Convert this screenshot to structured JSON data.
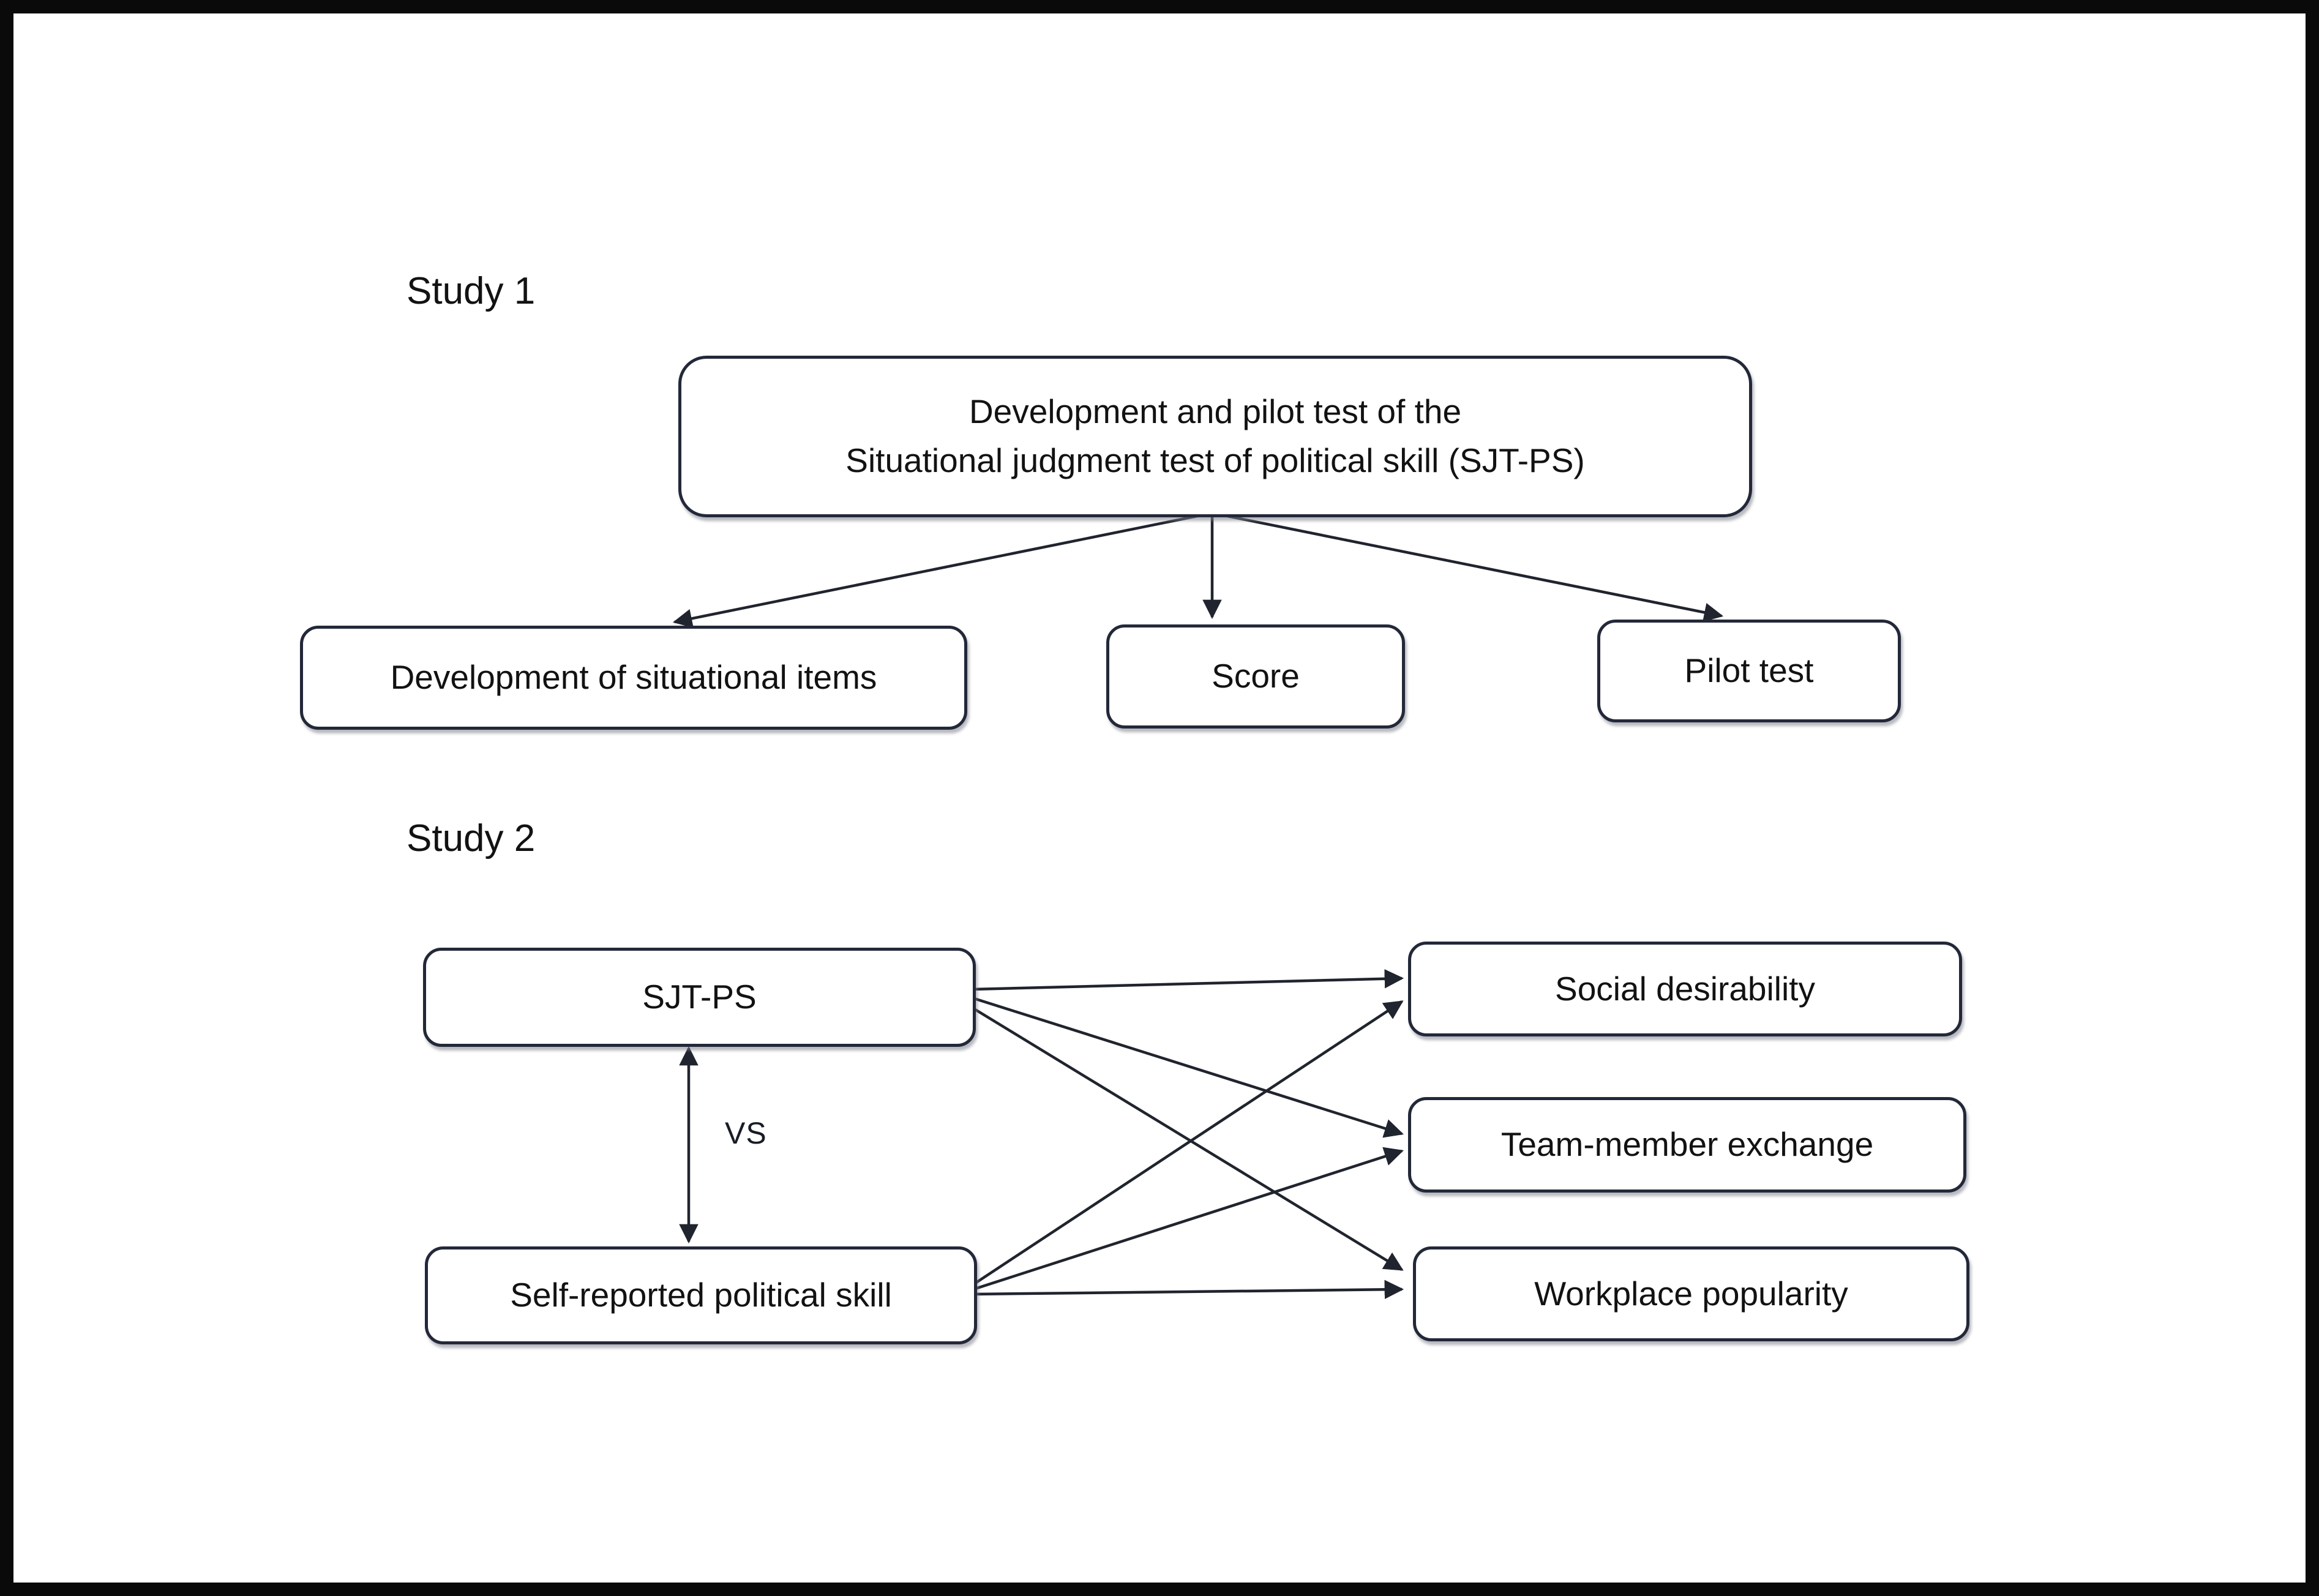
{
  "figure": {
    "type": "flow-diagram",
    "background": "#ffffff",
    "frame_color": "#0a0a0a",
    "box_fill": "#ffffff",
    "box_border_color": "#232839",
    "arrow_color": "#20242e",
    "text_color": "#121212"
  },
  "study1": {
    "label": "Study 1",
    "main_box": "Development and pilot test of the\nSituational judgment test of political skill (SJT-PS)",
    "items_box": "Development of situational items",
    "score_box": "Score",
    "pilot_box": "Pilot test"
  },
  "study2": {
    "label": "Study 2",
    "sjtps_box": "SJT-PS",
    "vs_label": "VS",
    "self_report_box": "Self-reported political skill",
    "social_box": "Social desirability",
    "tme_box": "Team-member exchange",
    "workplace_box": "Workplace popularity"
  },
  "edges": [
    {
      "from": "study1.main_box",
      "to": "study1.items_box",
      "style": "arrow"
    },
    {
      "from": "study1.main_box",
      "to": "study1.score_box",
      "style": "arrow"
    },
    {
      "from": "study1.main_box",
      "to": "study1.pilot_box",
      "style": "arrow"
    },
    {
      "from": "study2.sjtps_box",
      "to": "study2.self_report_box",
      "style": "double-arrow",
      "label": "VS"
    },
    {
      "from": "study2.sjtps_box",
      "to": "study2.social_box",
      "style": "arrow"
    },
    {
      "from": "study2.sjtps_box",
      "to": "study2.tme_box",
      "style": "arrow"
    },
    {
      "from": "study2.sjtps_box",
      "to": "study2.workplace_box",
      "style": "arrow"
    },
    {
      "from": "study2.self_report_box",
      "to": "study2.social_box",
      "style": "arrow"
    },
    {
      "from": "study2.self_report_box",
      "to": "study2.tme_box",
      "style": "arrow"
    },
    {
      "from": "study2.self_report_box",
      "to": "study2.workplace_box",
      "style": "arrow"
    }
  ]
}
